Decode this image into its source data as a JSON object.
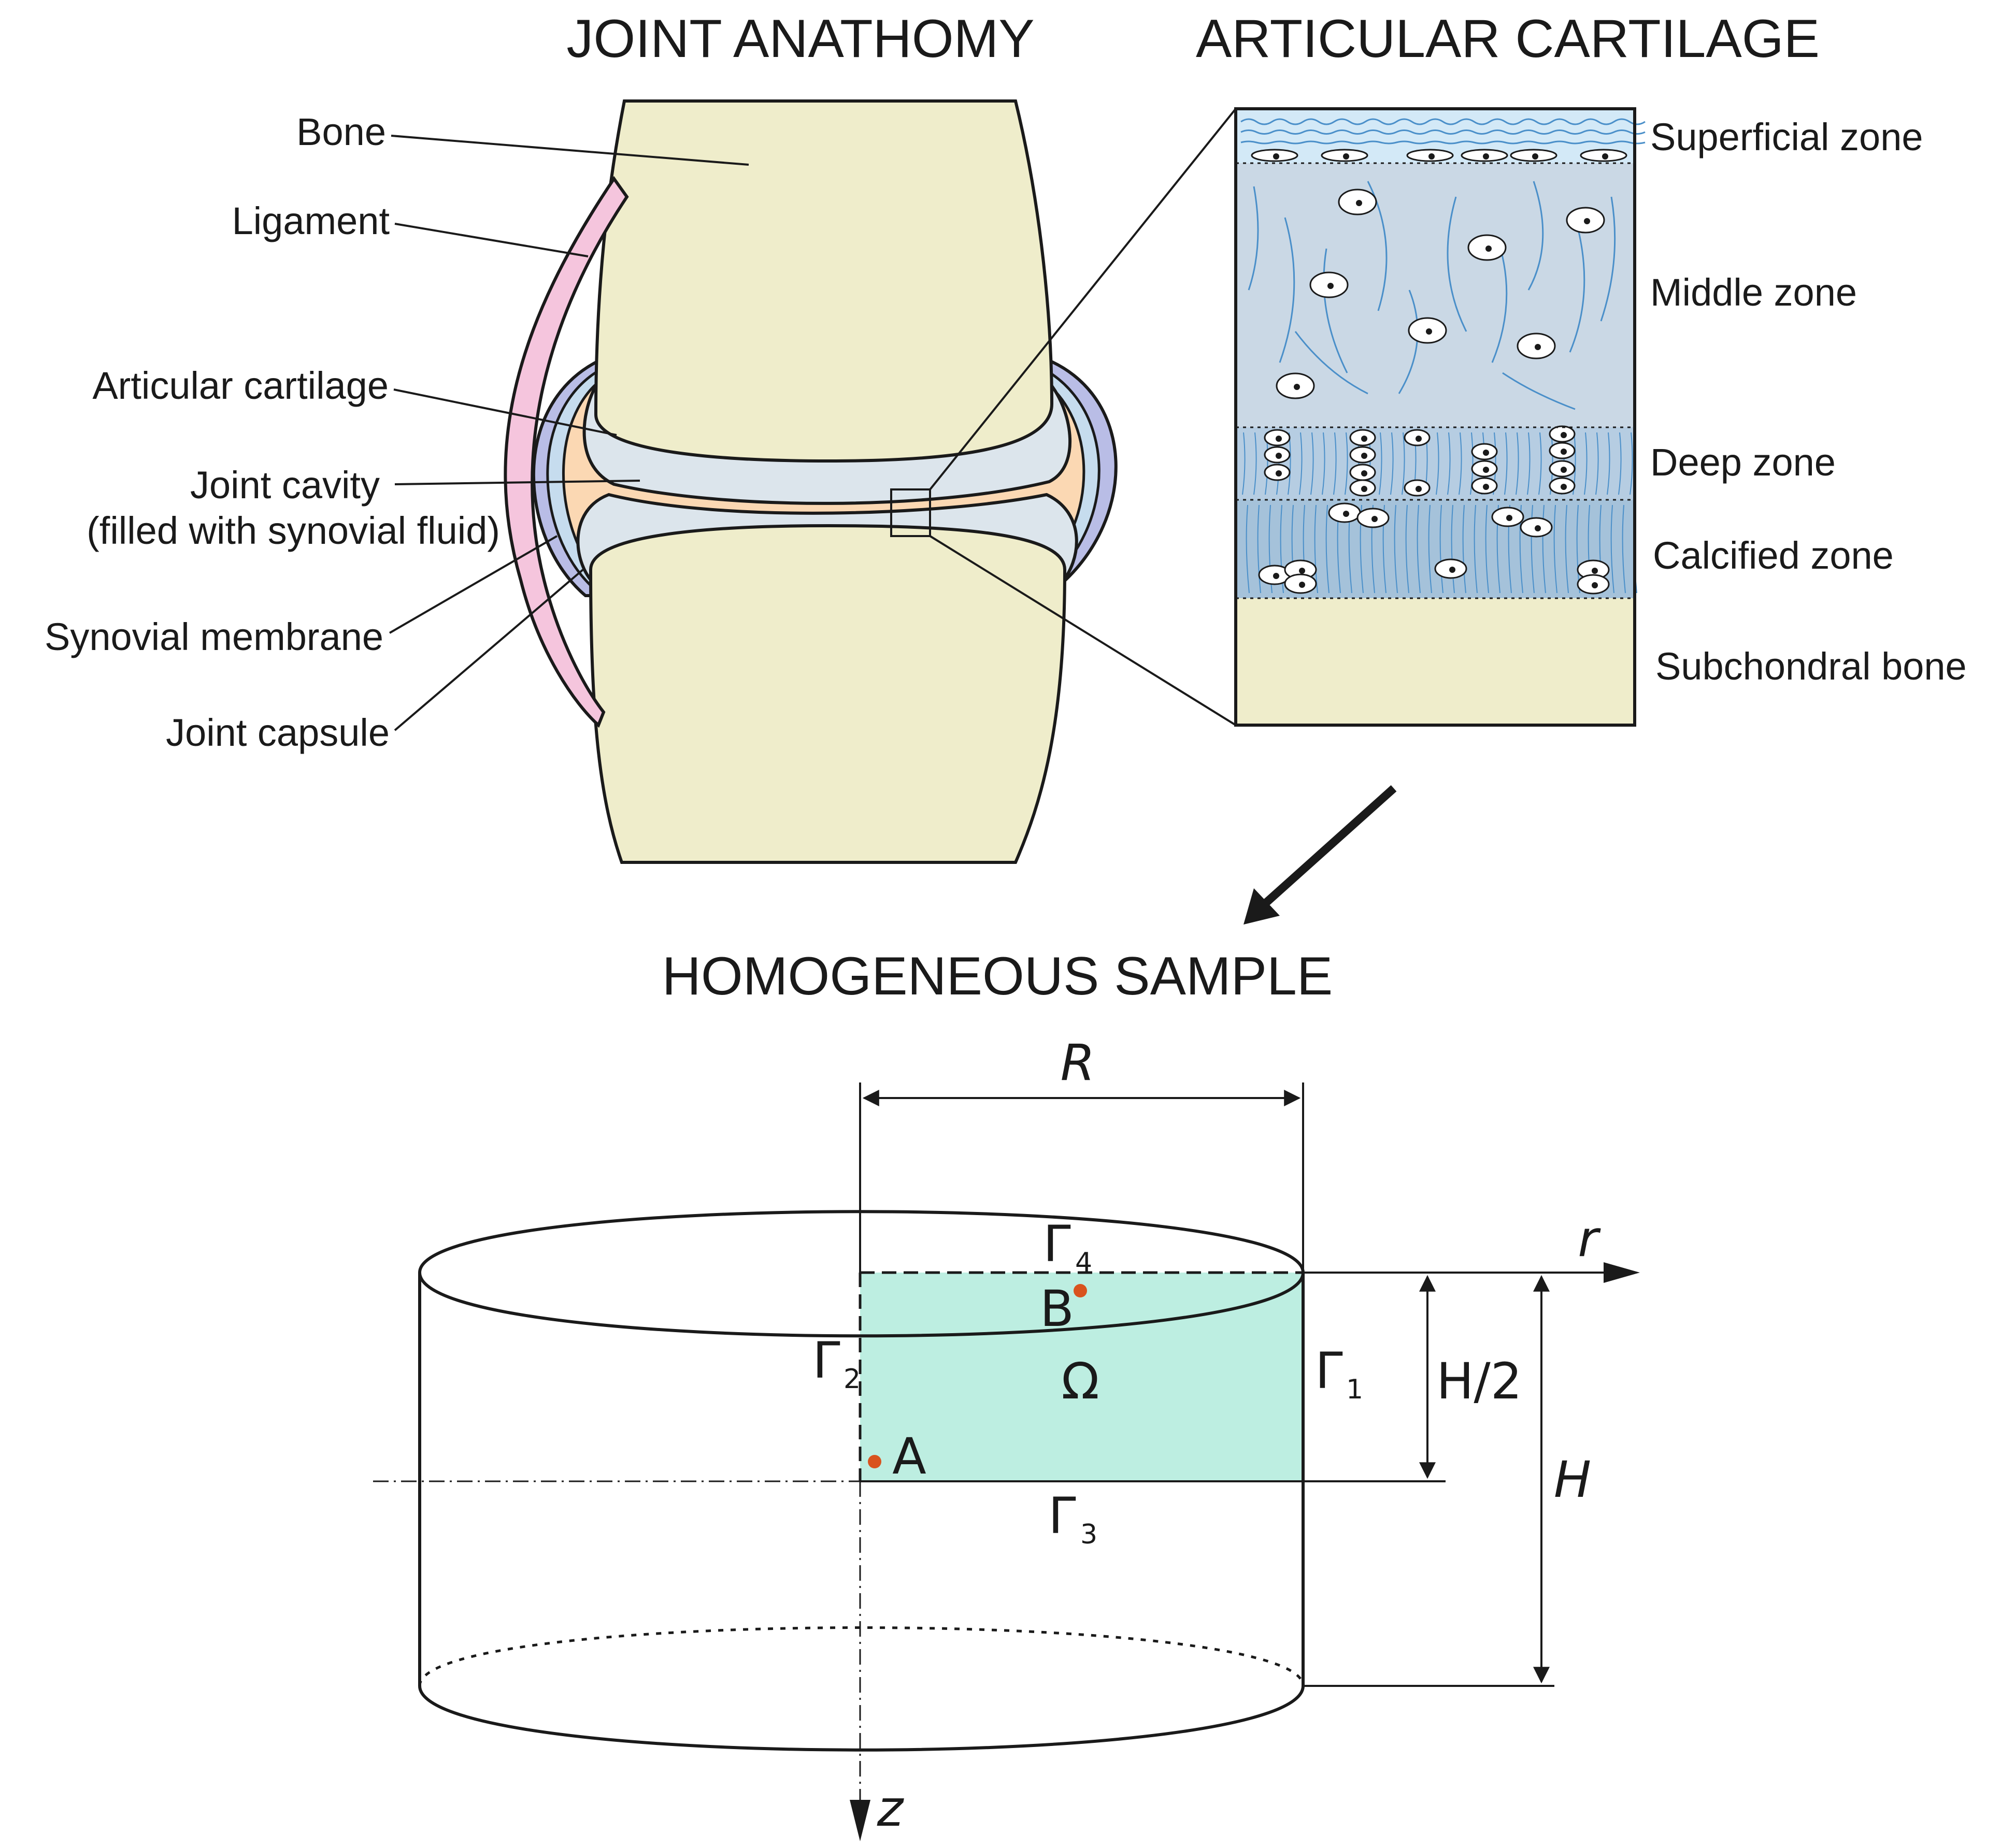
{
  "titles": {
    "joint_anatomy": "JOINT ANATHOMY",
    "articular_cartilage": "ARTICULAR CARTILAGE",
    "homogeneous_sample": "HOMOGENEOUS SAMPLE"
  },
  "joint_labels": {
    "bone": "Bone",
    "ligament": "Ligament",
    "articular_cartilage": "Articular cartilage",
    "joint_cavity": "Joint cavity",
    "joint_cavity_note": "(filled with synovial fluid)",
    "synovial_membrane": "Synovial membrane",
    "joint_capsule": "Joint capsule"
  },
  "zone_labels": {
    "superficial": "Superficial zone",
    "middle": "Middle zone",
    "deep": "Deep zone",
    "calcified": "Calcified zone",
    "subchondral": "Subchondral bone"
  },
  "sample": {
    "radius": "R",
    "half_height": "H/2",
    "height": "H",
    "r_axis": "r",
    "z_axis": "z",
    "domain": "Ω",
    "point_a": "A",
    "point_b": "B",
    "gamma": "Γ",
    "gamma_1": "1",
    "gamma_2": "2",
    "gamma_3": "3",
    "gamma_4": "4"
  },
  "colors": {
    "bone": "#efedcb",
    "cartilage": "#dce5ec",
    "synovial_fluid": "#fbd8b3",
    "ligament": "#f5c5dd",
    "synovial_membrane": "#c6dcee",
    "capsule": "#b9bde6",
    "superficial_zone": "#d3e9f7",
    "middle_zone": "#cad8e5",
    "deep_zone": "#b6cde2",
    "calcified_zone": "#a5c2da",
    "fibre": "#4a8fc9",
    "domain_fill": "#bdeee1",
    "point": "#d9531e"
  }
}
